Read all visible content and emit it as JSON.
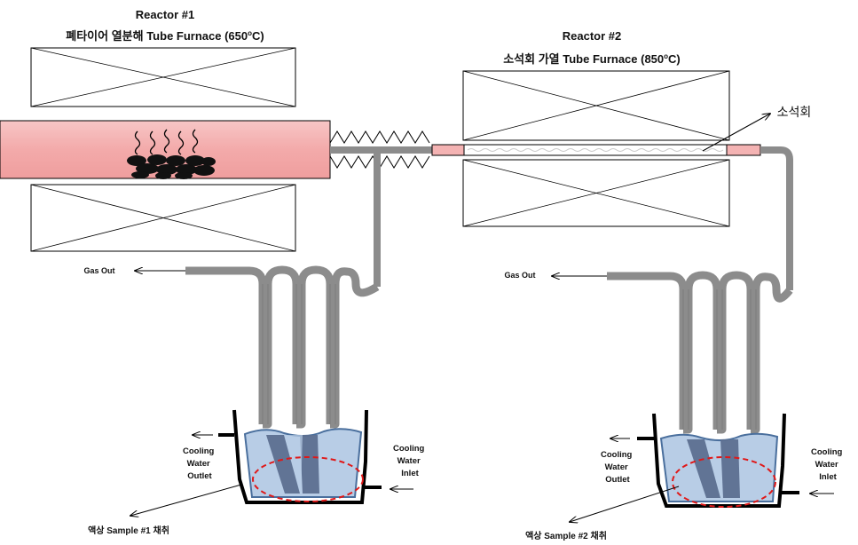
{
  "reactor1": {
    "title": "Reactor #1",
    "subtitle": "폐타이어 열분해 Tube Furnace (650",
    "subtitle_deg": "o",
    "subtitle_end": "C)",
    "gas_out": "Gas Out",
    "cooling_outlet": [
      "Cooling",
      "Water",
      "Outlet"
    ],
    "cooling_inlet": [
      "Cooling",
      "Water",
      "Inlet"
    ],
    "sample": "액상 Sample #1  채취"
  },
  "reactor2": {
    "title": "Reactor #2",
    "subtitle": "소석회 가열 Tube Furnace (850",
    "subtitle_deg": "o",
    "subtitle_end": "C)",
    "bed_label": "소석회",
    "gas_out": "Gas Out",
    "cooling_outlet": [
      "Cooling",
      "Water",
      "Outlet"
    ],
    "cooling_inlet": [
      "Cooling",
      "Water",
      "Inlet"
    ],
    "sample": "액상 Sample #2 채취"
  },
  "colors": {
    "tube": "#f4b3b3",
    "pipe": "#8c8c8c",
    "water": "#b8cde6",
    "cone": "#5c6f90",
    "sample_ring": "#e01818",
    "tire": "#111111"
  }
}
